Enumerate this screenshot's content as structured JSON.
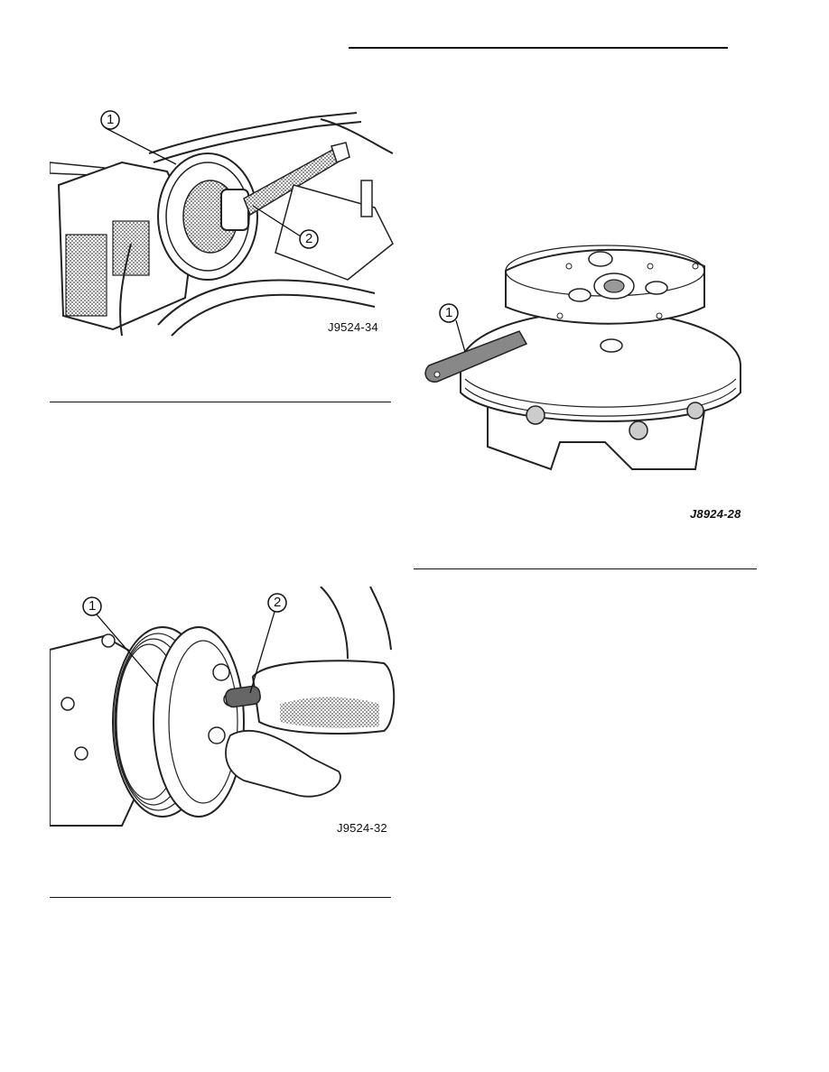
{
  "figures": [
    {
      "id_label": "J9524-34",
      "callouts": [
        "1",
        "2"
      ]
    },
    {
      "id_label": "J9524-32",
      "callouts": [
        "1",
        "2"
      ]
    },
    {
      "id_label": "J8924-28",
      "callouts": [
        "1"
      ]
    }
  ]
}
